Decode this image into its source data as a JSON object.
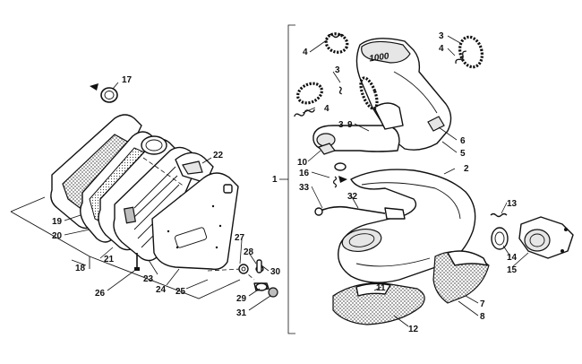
{
  "callouts": {
    "c1": "1",
    "c2": "2",
    "c3a": "3",
    "c3b": "3",
    "c3c": "3",
    "c4a": "4",
    "c4b": "4",
    "c4c": "4",
    "c5": "5",
    "c6": "6",
    "c7": "7",
    "c8": "8",
    "c9": "9",
    "c10": "10",
    "c11": "11",
    "c12": "12",
    "c13": "13",
    "c14": "14",
    "c15": "15",
    "c16": "16",
    "c17": "17",
    "c18": "18",
    "c19": "19",
    "c20": "20",
    "c21": "21",
    "c22": "22",
    "c23": "23",
    "c24": "24",
    "c25": "25",
    "c26": "26",
    "c27": "27",
    "c28": "28",
    "c29": "29",
    "c30": "30",
    "c31": "31",
    "c32": "32",
    "c33": "33"
  },
  "muffler_marking": "1000"
}
